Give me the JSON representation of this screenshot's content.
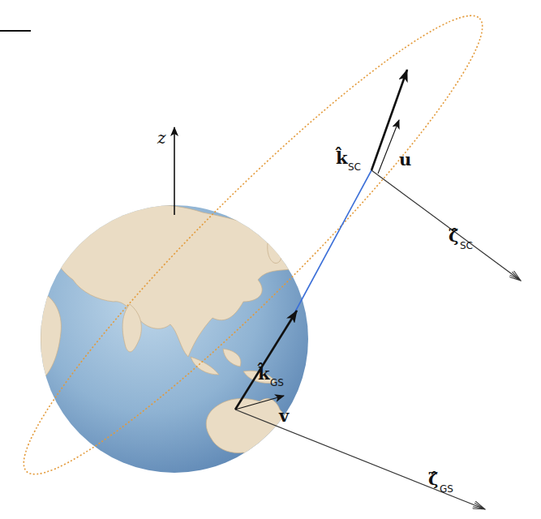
{
  "diagram": {
    "labels": [
      "z",
      "k̂",
      "SC",
      "u",
      "ζ̂",
      "SC",
      "k̂",
      "GS",
      "v",
      "ζ̂",
      "GS"
    ]
  }
}
